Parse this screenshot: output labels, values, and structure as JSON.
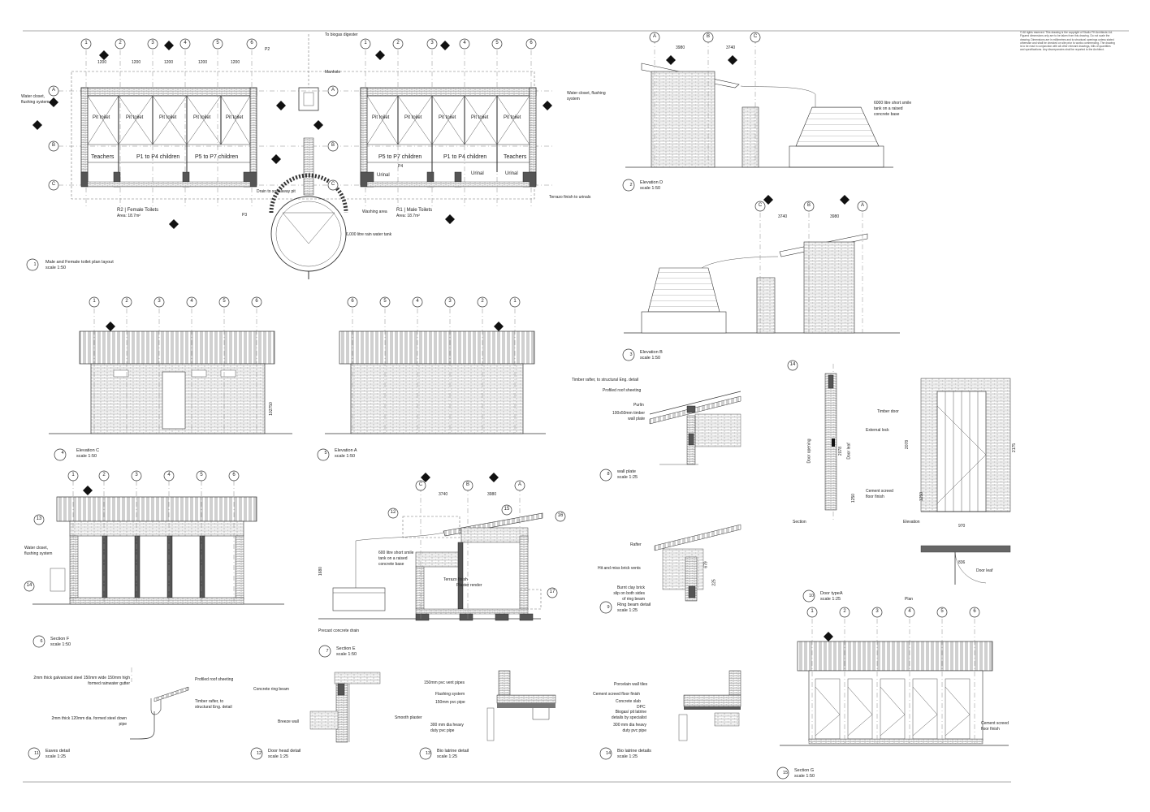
{
  "notes": "© All rights reserved. This drawing is the copyright of Studio FH Architects Ltd. Figured dimensions only are to be taken from this drawing. Do not scale the drawing. Dimensions are in millimetres and to structural openings unless stated otherwise and shall be checked on site prior to works commencing. The drawing is to be read in conjunction with all other relevant drawings, bills of quantities and specifications. Any discrepancies shall be reported to the Architect.",
  "plan": {
    "grid_numbers_left": [
      "1",
      "2",
      "3",
      "4",
      "5",
      "6"
    ],
    "grid_numbers_right": [
      "1",
      "2",
      "3",
      "4",
      "5",
      "6"
    ],
    "grid_letters": [
      "A",
      "B",
      "C"
    ],
    "dims": [
      "1200",
      "1200",
      "1200",
      "1200",
      "1200"
    ],
    "room_labels": {
      "pit_toilet": "Pit toilet",
      "teachers": "Teachers",
      "p1p4": "P1 to P4 children",
      "p5p7": "P5 to P7 children",
      "urinal": "Urinal"
    },
    "female_name": "R2 | Female Toilets",
    "female_area": "Area: 18.7m²",
    "male_name": "R1 | Male Toilets",
    "male_area": "Area: 18.7m²",
    "callouts": {
      "to_biogas": "To biogas digester",
      "manhole": "Manhole",
      "p2": "P2",
      "p3": "P3",
      "p4": "P4",
      "wc_left": "Water closet, flushing system",
      "wc_right": "Water closet, flushing system",
      "soakaway": "Drain to soakaway pit",
      "washing": "Washing area",
      "tank": "6,000 litre rain water tank",
      "terrazo": "Terrazo finish to urinals"
    }
  },
  "titles": [
    {
      "num": "1",
      "name": "Male and Female toilet plan layout",
      "scale": "scale 1:50"
    },
    {
      "num": "2",
      "name": "Elevation D",
      "scale": "scale 1:50"
    },
    {
      "num": "3",
      "name": "Elevation B",
      "scale": "scale 1:50"
    },
    {
      "num": "4",
      "name": "Elevation C",
      "scale": "scale 1:50"
    },
    {
      "num": "5",
      "name": "Elevation A",
      "scale": "scale 1:50"
    },
    {
      "num": "6",
      "name": "Section F",
      "scale": "scale 1:50"
    },
    {
      "num": "7",
      "name": "Section E",
      "scale": "scale 1:50"
    },
    {
      "num": "8",
      "name": "wall plate",
      "scale": "scale 1:25"
    },
    {
      "num": "9",
      "name": "Ring beam detail",
      "scale": "scale 1:25"
    },
    {
      "num": "10",
      "name": "Door typeA",
      "scale": "scale 1:25"
    },
    {
      "num": "11",
      "name": "Eaves detail",
      "scale": "scale 1:25"
    },
    {
      "num": "12",
      "name": "Door head detail",
      "scale": "scale 1:25"
    },
    {
      "num": "13",
      "name": "Bio latrine detail",
      "scale": "scale 1:25"
    },
    {
      "num": "14",
      "name": "Bio latrine details",
      "scale": "scale 1:25"
    },
    {
      "num": "15",
      "name": "Section G",
      "scale": "scale 1:50"
    }
  ],
  "elev_d": {
    "tank": "6000 litre short smile tank on a raised concrete base",
    "dims": [
      "3980",
      "3740"
    ]
  },
  "elev_b": {
    "dims": [
      "3740",
      "3980"
    ]
  },
  "elev_c": {
    "nums": [
      "1",
      "2",
      "3",
      "4",
      "5",
      "6"
    ],
    "height": "102750"
  },
  "elev_a": {
    "nums": [
      "6",
      "5",
      "4",
      "3",
      "2",
      "1"
    ]
  },
  "sec_f": {
    "nums": [
      "1",
      "2",
      "3",
      "4",
      "5",
      "6"
    ],
    "wc": "Water closet, flushing system",
    "callout13": "13",
    "callout14": "14"
  },
  "sec_e": {
    "letters": [
      "C",
      "B",
      "A"
    ],
    "dims": [
      "3740",
      "3980"
    ],
    "tank": "600 litre short smile tank on a raised concrete base",
    "terrazo": "Terrazo finish",
    "plaster": "Plaster render",
    "drain": "Precast concrete drain",
    "c12": "12",
    "c15": "15",
    "c16": "16",
    "c17": "17",
    "h": "1680"
  },
  "wallplate": {
    "rafter": "Timber rafter, to structural Eng. detail",
    "sheeting": "Profiled roof sheeting",
    "purlin": "Purlin",
    "plate": "100x50mm timber wall plate"
  },
  "ringbeam": {
    "rafter": "Rafter",
    "vents": "Hit and miss brick vents",
    "slip": "Burnt clay brick slip on both sides of ring beam",
    "d1": "679",
    "d2": "225"
  },
  "door": {
    "callout": "14",
    "timber": "Timber door",
    "lock": "External lock",
    "opening": "Door opening",
    "leaf": "Door leaf",
    "screed": "Cement screed floor finish",
    "section": "Section",
    "elevation": "Elevation",
    "plan": "Plan",
    "w": "970",
    "w2": "836",
    "h": "2078",
    "h2": "2175",
    "s1": "1250",
    "leaf2": "Door leaf"
  },
  "eaves": {
    "gutter": "2mm thick galvanized steel 150mm wide 150mm high formed rainwater gutter",
    "sheeting": "Profiled roof sheeting",
    "rafter": "Timber rafter, to structural Eng. detail",
    "pipe": "2mm thick 120mm dia. formed steel down pipe"
  },
  "doorhead": {
    "beam": "Concrete ring beam",
    "breeze": "Breeze wall",
    "plaster": "Smooth plaster"
  },
  "bio13": {
    "vent": "150mm pvc vent pipes",
    "flash": "Flashing system",
    "pipe": "150mm pvc pipe",
    "heavy": "300 mm dia heavy duty pvc pipe"
  },
  "bio14": {
    "tiles": "Porcelain wall tiles",
    "screed": "Cement screed floor finish",
    "slab": "Concrete slab",
    "dpc": "DPC",
    "biogas": "Biogas/ pit latrine details by specialist",
    "heavy": "300 mm dia heavy duty pvc pipe"
  },
  "sec_g": {
    "nums": [
      "1",
      "2",
      "3",
      "4",
      "5",
      "6"
    ],
    "screed": "Cement screed floor finish"
  }
}
